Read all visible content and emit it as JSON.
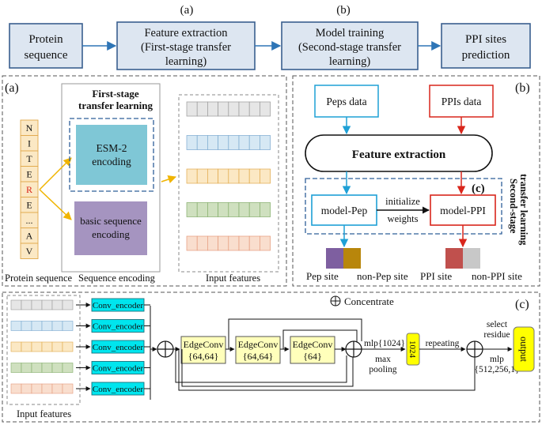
{
  "top_flow": {
    "label_a": "(a)",
    "label_b": "(b)",
    "protein": [
      "Protein",
      "sequence"
    ],
    "feature_extraction": [
      "Feature extraction",
      "(First-stage transfer",
      "learning)"
    ],
    "model_training": [
      "Model training",
      "(Second-stage transfer",
      "learning)"
    ],
    "ppi_sites": [
      "PPI sites",
      "prediction"
    ]
  },
  "panel_a": {
    "tag": "(a)",
    "first_stage": [
      "First-stage",
      "transfer learning"
    ],
    "sequence_letters": [
      "N",
      "I",
      "T",
      "E",
      "R",
      "E",
      "...",
      "A",
      "V"
    ],
    "highlight_letter": "R",
    "esm2": [
      "ESM-2",
      "encoding"
    ],
    "basic": [
      "basic sequence",
      "encoding"
    ],
    "caption_protein": "Protein sequence",
    "caption_encoding": "Sequence encoding",
    "caption_features": "Input features",
    "feature_colors": [
      "#e6e6e6",
      "#d6e8f4",
      "#fbe8c4",
      "#cfe0bf",
      "#f9dece"
    ]
  },
  "panel_b": {
    "tag": "(b)",
    "peps_data": "Peps data",
    "ppis_data": "PPIs data",
    "feature_extraction": "Feature extraction",
    "second_stage": [
      "Second-stage",
      "transfer learning"
    ],
    "tag_c": "(c)",
    "model_pep": "model-Pep",
    "model_ppi": "model-PPI",
    "initialize": [
      "initialize",
      "weights"
    ],
    "legend": {
      "pep_site": "Pep site",
      "non_pep_site": "non-Pep site",
      "ppi_site": "PPI site",
      "non_ppi_site": "non-PPI site"
    },
    "colors": {
      "pep_site": "#7e5fa0",
      "non_pep_site": "#b8860b",
      "ppi_site": "#c0504d",
      "non_ppi_site": "#c8c8c8",
      "blue_accent": "#1ea0d6",
      "red_accent": "#d9261c"
    }
  },
  "panel_c": {
    "tag": "(c)",
    "concentrate": "Concentrate",
    "conv_encoder": "Conv_encoder",
    "edgeconv_1": [
      "EdgeConv",
      "{64,64}"
    ],
    "edgeconv_2": [
      "EdgeConv",
      "{64,64}"
    ],
    "edgeconv_3": [
      "EdgeConv",
      "{64}"
    ],
    "mlp_1024": "mlp{1024}",
    "max_pooling": [
      "max",
      "pooling"
    ],
    "box_1024": "1024",
    "repeating": "repeating",
    "select_residue": [
      "select",
      "residue"
    ],
    "mlp_final": [
      "mlp",
      "{512,256,1}"
    ],
    "output": "output",
    "caption_features": "Input features",
    "colors": {
      "conv": "#00e5ee",
      "edgeconv": "#ffffbb",
      "output": "#ffff00"
    }
  }
}
